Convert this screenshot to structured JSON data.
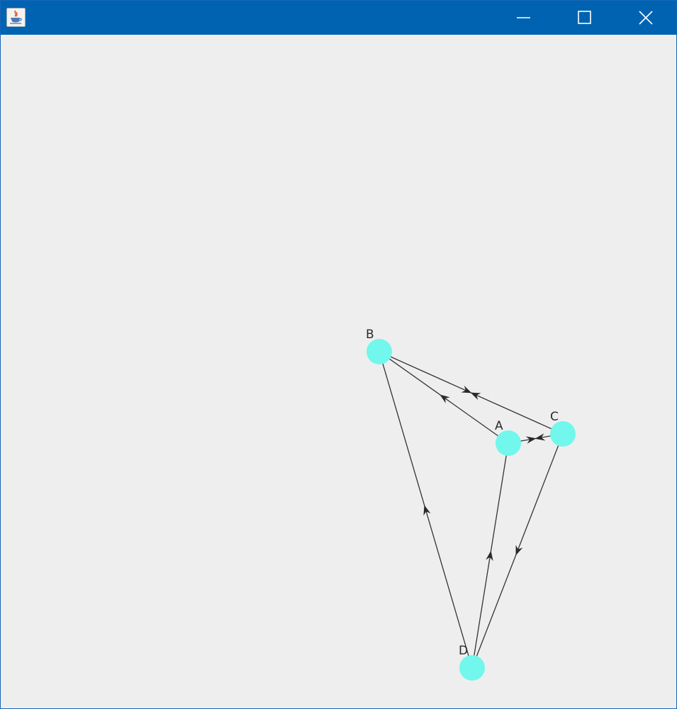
{
  "window": {
    "title": "",
    "titlebar_color": "#0063b1",
    "app_icon": "java-coffee-icon",
    "controls": {
      "minimize_icon": "minimize-icon",
      "maximize_icon": "maximize-icon",
      "close_icon": "close-icon"
    }
  },
  "graph": {
    "node_color": "#72f7ec",
    "edge_color": "#333333",
    "arrow_color": "#2a2a2a",
    "nodes": [
      {
        "id": "A",
        "label": "A"
      },
      {
        "id": "B",
        "label": "B"
      },
      {
        "id": "C",
        "label": "C"
      },
      {
        "id": "D",
        "label": "D"
      }
    ],
    "edges": [
      {
        "from": "B",
        "to": "C",
        "arrows": "both"
      },
      {
        "from": "A",
        "to": "B",
        "arrows": "forward"
      },
      {
        "from": "A",
        "to": "C",
        "arrows": "both"
      },
      {
        "from": "D",
        "to": "B",
        "arrows": "forward"
      },
      {
        "from": "D",
        "to": "A",
        "arrows": "forward"
      },
      {
        "from": "C",
        "to": "D",
        "arrows": "forward"
      }
    ]
  }
}
